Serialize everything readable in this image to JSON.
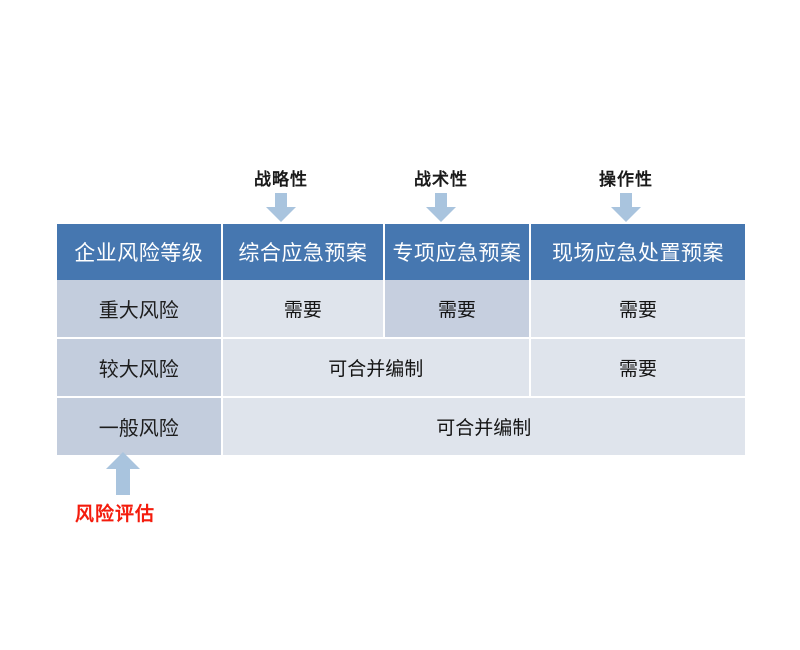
{
  "diagram": {
    "title_annotations": [
      {
        "id": "strategic",
        "label": "战略性",
        "arrow": "arrow-down-icon"
      },
      {
        "id": "tactical",
        "label": "战术性",
        "arrow": "arrow-down-icon"
      },
      {
        "id": "operational",
        "label": "操作性",
        "arrow": "arrow-down-icon"
      }
    ],
    "bottom_annotation": {
      "label": "风险评估",
      "arrow": "arrow-up-icon",
      "color": "#f41c0d"
    },
    "colors": {
      "header_fill": "#4677b0",
      "header_text": "#ffffff",
      "rowlabel_fill": "#c3cddd",
      "cell_fill": "#dfe4ec",
      "cell_highlight_fill": "#c6cfdf",
      "arrow_fill": "#a9c4de",
      "grid_line": "#ffffff",
      "accent_red": "#f41c0d"
    },
    "table": {
      "headers": [
        "企业风险等级",
        "综合应急预案",
        "专项应急预案",
        "现场应急处置预案"
      ],
      "rows": [
        {
          "label": "重大风险",
          "cells": [
            {
              "text": "需要",
              "span": 1,
              "highlight": false
            },
            {
              "text": "需要",
              "span": 1,
              "highlight": true
            },
            {
              "text": "需要",
              "span": 1,
              "highlight": false
            }
          ]
        },
        {
          "label": "较大风险",
          "cells": [
            {
              "text": "可合并编制",
              "span": 2,
              "highlight": false
            },
            {
              "text": "需要",
              "span": 1,
              "highlight": false
            }
          ]
        },
        {
          "label": "一般风险",
          "cells": [
            {
              "text": "可合并编制",
              "span": 3,
              "highlight": false
            }
          ]
        }
      ]
    }
  }
}
